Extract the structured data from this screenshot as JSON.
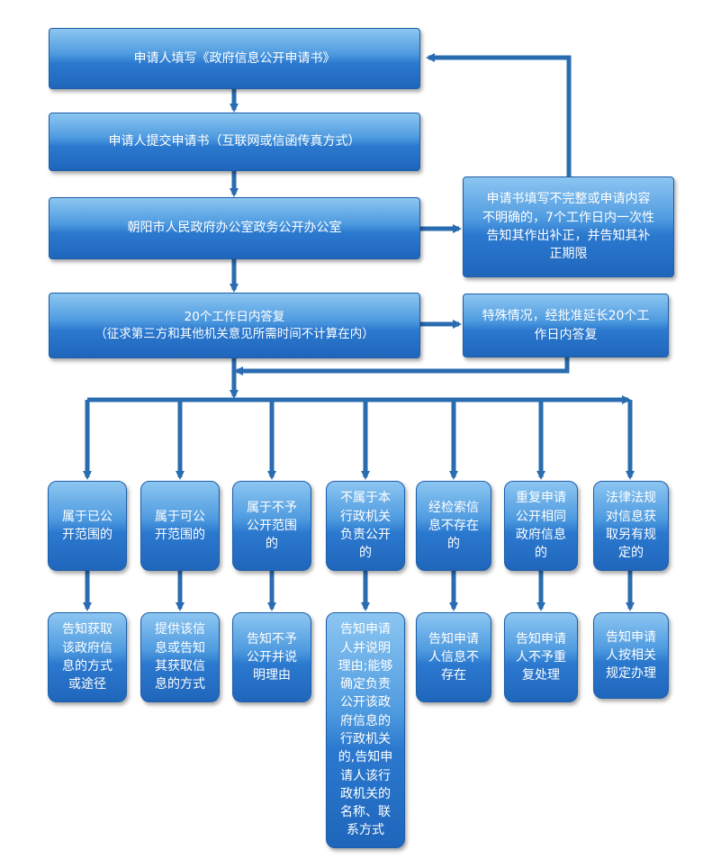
{
  "steps": [
    "申请人填写《政府信息公开申请书》",
    "申请人提交申请书（互联网或信函传真方式）",
    "朝阳市人民政府办公室政务公开办公室",
    "20个工作日内答复\n（征求第三方和其他机关意见所需时间不计算在内）"
  ],
  "side_notes": {
    "incomplete": "申请书填写不完整或申请内容\n不明确的，7个工作日内一次性\n告知其作出补正，并告知其补\n正期限",
    "extension": "特殊情况，经批准延长20个工\n作日内答复"
  },
  "categories": [
    {
      "condition": "属于已公\n开范围的",
      "response": "告知获取\n该政府信\n息的方式\n或途径"
    },
    {
      "condition": "属于可公\n开范围的",
      "response": "提供该信\n息或告知\n其获取信\n息的方式"
    },
    {
      "condition": "属于不予\n公开范围\n的",
      "response": "告知不予\n公开并说\n明理由"
    },
    {
      "condition": "不属于本\n行政机关\n负责公开\n的",
      "response": "告知申请\n人并说明\n理由;能够\n确定负责\n公开该政\n府信息的\n行政机关\n的,告知申\n请人该行\n政机关的\n名称、联\n系方式"
    },
    {
      "condition": "经检索信\n息不存在\n的",
      "response": "告知申请\n人信息不\n存在"
    },
    {
      "condition": "重复申请\n公开相同\n政府信息\n的",
      "response": "告知申请\n人不予重\n复处理"
    },
    {
      "condition": "法律法规\n对信息获\n取另有规\n定的",
      "response": "告知申请\n人按相关\n规定办理"
    }
  ],
  "colors": {
    "box_top": "#8cc6f1",
    "box_bottom": "#1f66bb",
    "line": "#2a6cb0"
  }
}
